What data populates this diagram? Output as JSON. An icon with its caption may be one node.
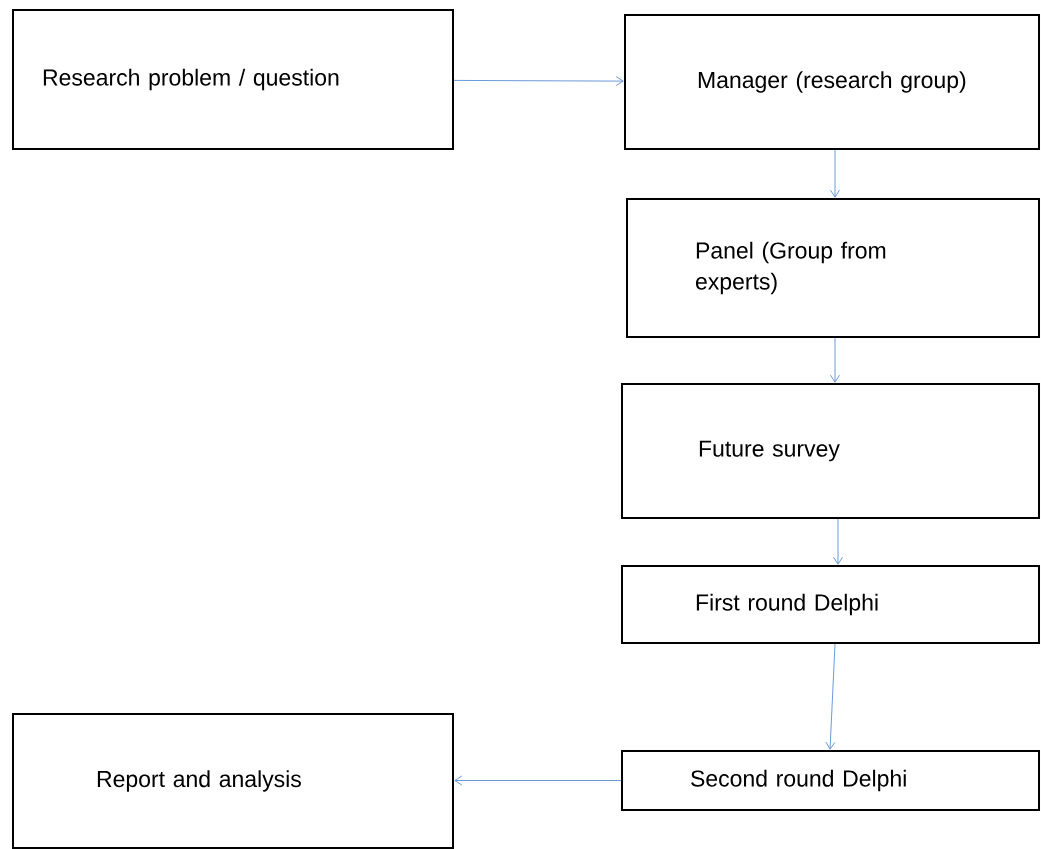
{
  "diagram": {
    "nodes": [
      {
        "text": [
          "Research problem / question"
        ]
      },
      {
        "text": [
          "Manager (research group)"
        ]
      },
      {
        "text": [
          "Panel (Group from experts)"
        ]
      },
      {
        "text": [
          "Future survey"
        ]
      },
      {
        "text": [
          "First round Delphi"
        ]
      },
      {
        "text": [
          "Second round Delphi"
        ]
      },
      {
        "text": [
          "Report and analysis"
        ]
      }
    ],
    "edges": [
      {
        "from": 0,
        "to": 1,
        "arrow": "to"
      },
      {
        "from": 1,
        "to": 2,
        "arrow": "to"
      },
      {
        "from": 2,
        "to": 3,
        "arrow": "to"
      },
      {
        "from": 3,
        "to": 4,
        "arrow": "to"
      },
      {
        "from": 4,
        "to": 5,
        "arrow": "to"
      },
      {
        "from": 5,
        "to": 6,
        "arrow": "to"
      }
    ]
  }
}
